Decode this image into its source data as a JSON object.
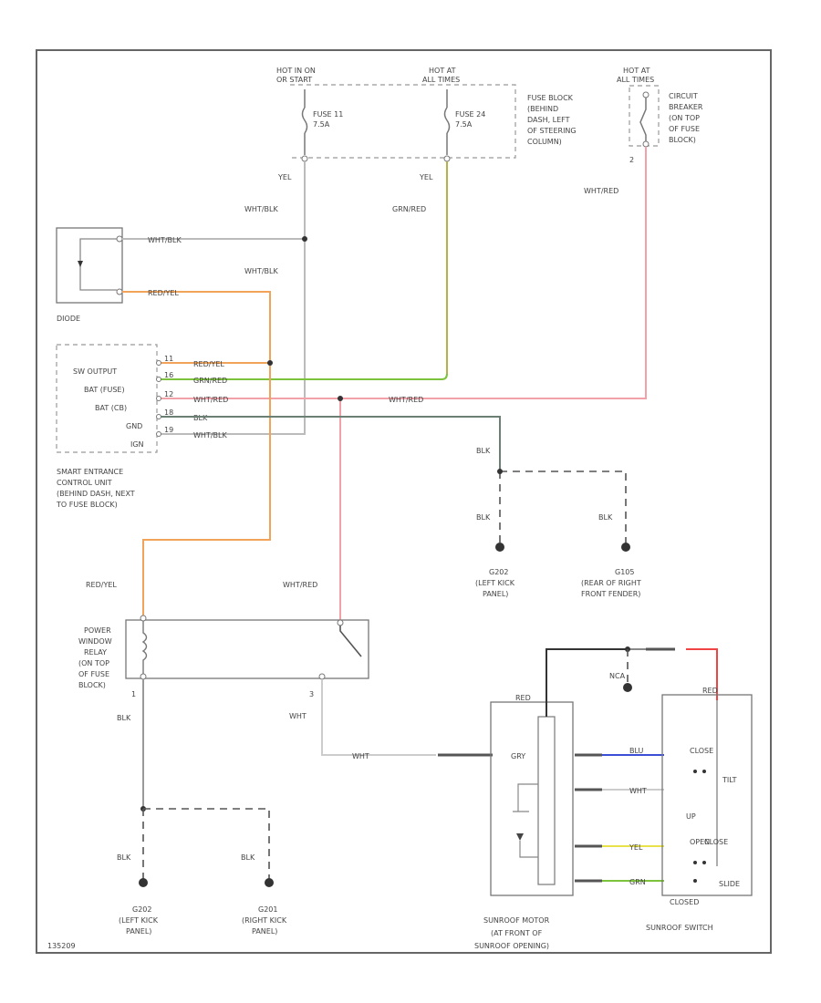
{
  "diagram_code": "135209",
  "fuse_block": {
    "hot_left": [
      "HOT IN ON",
      "OR START"
    ],
    "hot_mid": [
      "HOT AT",
      "ALL TIMES"
    ],
    "fuse_left": [
      "FUSE 11",
      "7.5A"
    ],
    "fuse_mid": [
      "FUSE 24",
      "7.5A"
    ],
    "description": [
      "FUSE BLOCK",
      "(BEHIND",
      "DASH, LEFT",
      "OF STEERING",
      "COLUMN)"
    ],
    "wire_left": "YEL",
    "wire_mid": "YEL"
  },
  "breaker": {
    "hot": [
      "HOT AT",
      "ALL TIMES"
    ],
    "description": [
      "CIRCUIT",
      "BREAKER",
      "(ON TOP",
      "OF FUSE",
      "BLOCK)"
    ],
    "pin": "2",
    "wire": "WHT/RED"
  },
  "diode": {
    "label": "DIODE",
    "wire_top": "WHT/BLK",
    "wire_bottom": "RED/YEL"
  },
  "wires": {
    "wht_blk_a": "WHT/BLK",
    "wht_blk_b": "WHT/BLK",
    "grn_red": "GRN/RED",
    "wht_red_main": "WHT/RED",
    "wht_red_relay": "WHT/RED",
    "red_yel_relay": "RED/YEL",
    "blk_ecu": "BLK",
    "blk_g202": "BLK",
    "blk_g105": "BLK",
    "wht_relay": "WHT",
    "wht_motor": "WHT"
  },
  "ecu": {
    "pins": [
      "SW OUTPUT",
      "BAT (FUSE)",
      "BAT (CB)",
      "GND",
      "IGN"
    ],
    "pin_numbers": [
      "11",
      "16",
      "12",
      "18",
      "19"
    ],
    "pin_wires": [
      "RED/YEL",
      "GRN/RED",
      "WHT/RED",
      "BLK",
      "WHT/BLK"
    ],
    "description": [
      "SMART ENTRANCE",
      "CONTROL UNIT",
      "(BEHIND DASH, NEXT",
      "TO FUSE BLOCK)"
    ]
  },
  "grounds": {
    "g202": [
      "G202",
      "(LEFT KICK",
      "PANEL)"
    ],
    "g105": [
      "G105",
      "(REAR OF RIGHT",
      "FRONT FENDER)"
    ],
    "g202_bottom": [
      "G202",
      "(LEFT KICK",
      "PANEL)"
    ],
    "g201_bottom": [
      "G201",
      "(RIGHT KICK",
      "PANEL)"
    ],
    "blk_a": "BLK",
    "blk_b": "BLK"
  },
  "relay": {
    "description": [
      "POWER",
      "WINDOW",
      "RELAY",
      "(ON TOP",
      "OF FUSE",
      "BLOCK)"
    ],
    "pin_left": "1",
    "pin_right": "3",
    "wire_down": "BLK"
  },
  "sunroof": {
    "nca": "NCA",
    "motor_red": "RED",
    "switch_red": "RED",
    "motor_pin": "GRY",
    "switch_labels": [
      "CLOSE",
      "TILT",
      "UP",
      "OPEN",
      "CLOSE",
      "SLIDE",
      "CLOSED"
    ],
    "motor_wires": [
      "BLU",
      "WHT",
      "YEL",
      "GRN"
    ],
    "motor_description": [
      "SUNROOF MOTOR",
      "(AT FRONT OF",
      "SUNROOF OPENING)"
    ],
    "switch_description": "SUNROOF SWITCH"
  }
}
